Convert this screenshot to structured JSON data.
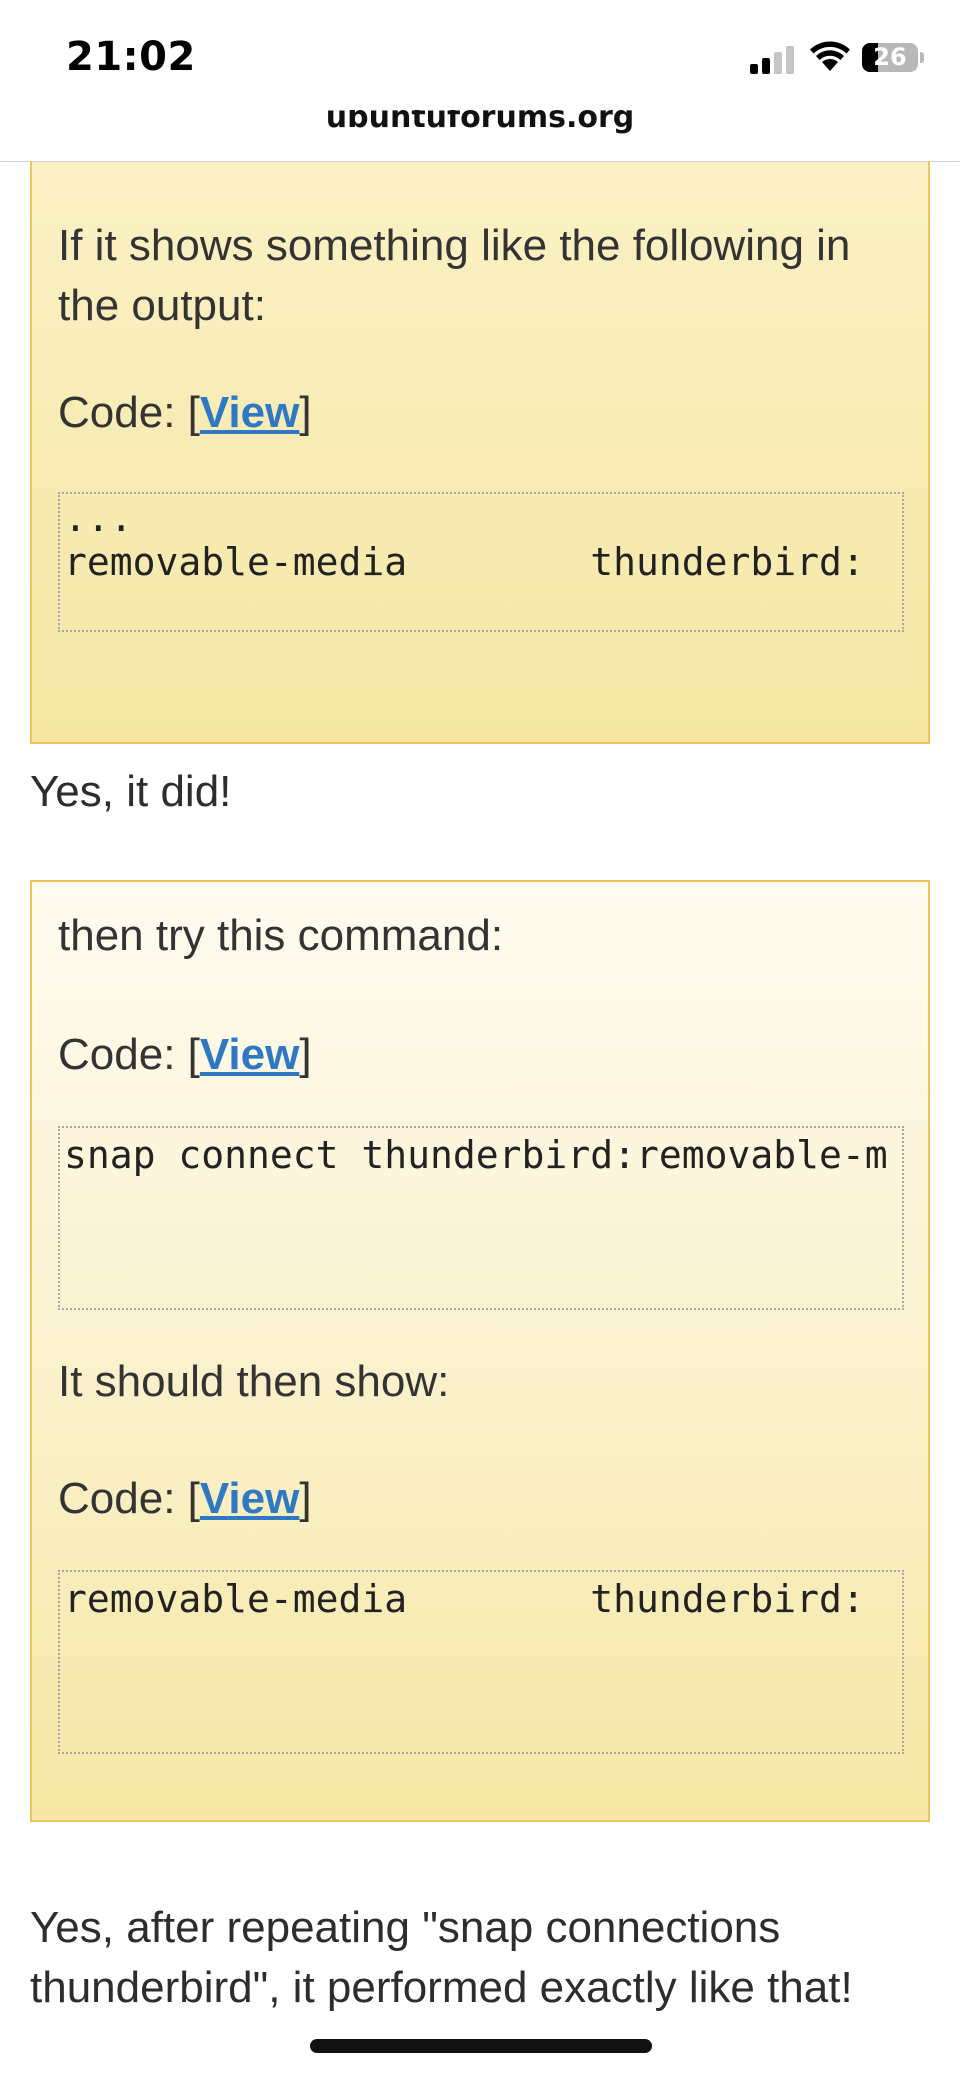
{
  "status_bar": {
    "time": "21:02",
    "battery_level": "26",
    "icons": [
      "cellular-signal-icon",
      "wifi-icon",
      "battery-icon"
    ]
  },
  "browser": {
    "url": "ubuntuforums.org"
  },
  "quote_1": {
    "text": "If it shows something like the following in the output:",
    "code_label": "Code: [",
    "code_link": "View",
    "code_label_end": "]",
    "code_lines": [
      "...",
      "removable-media        thunderbird:"
    ]
  },
  "reply_1": "Yes, it did!",
  "quote_2": {
    "text_1": "then try this command:",
    "code_label": "Code: [",
    "code_link": "View",
    "code_label_end": "]",
    "code_1": "snap connect thunderbird:removable-m",
    "text_2": "It should then show:",
    "code_2": "removable-media        thunderbird:"
  },
  "reply_2": {
    "line_1": "Yes, after repeating \"snap connections",
    "line_2": "thunderbird\", it performed exactly like that!"
  },
  "colors": {
    "link": "#2f79c4",
    "quote_border": "#ebc55d",
    "quote_bg": "#f6e7a4"
  }
}
